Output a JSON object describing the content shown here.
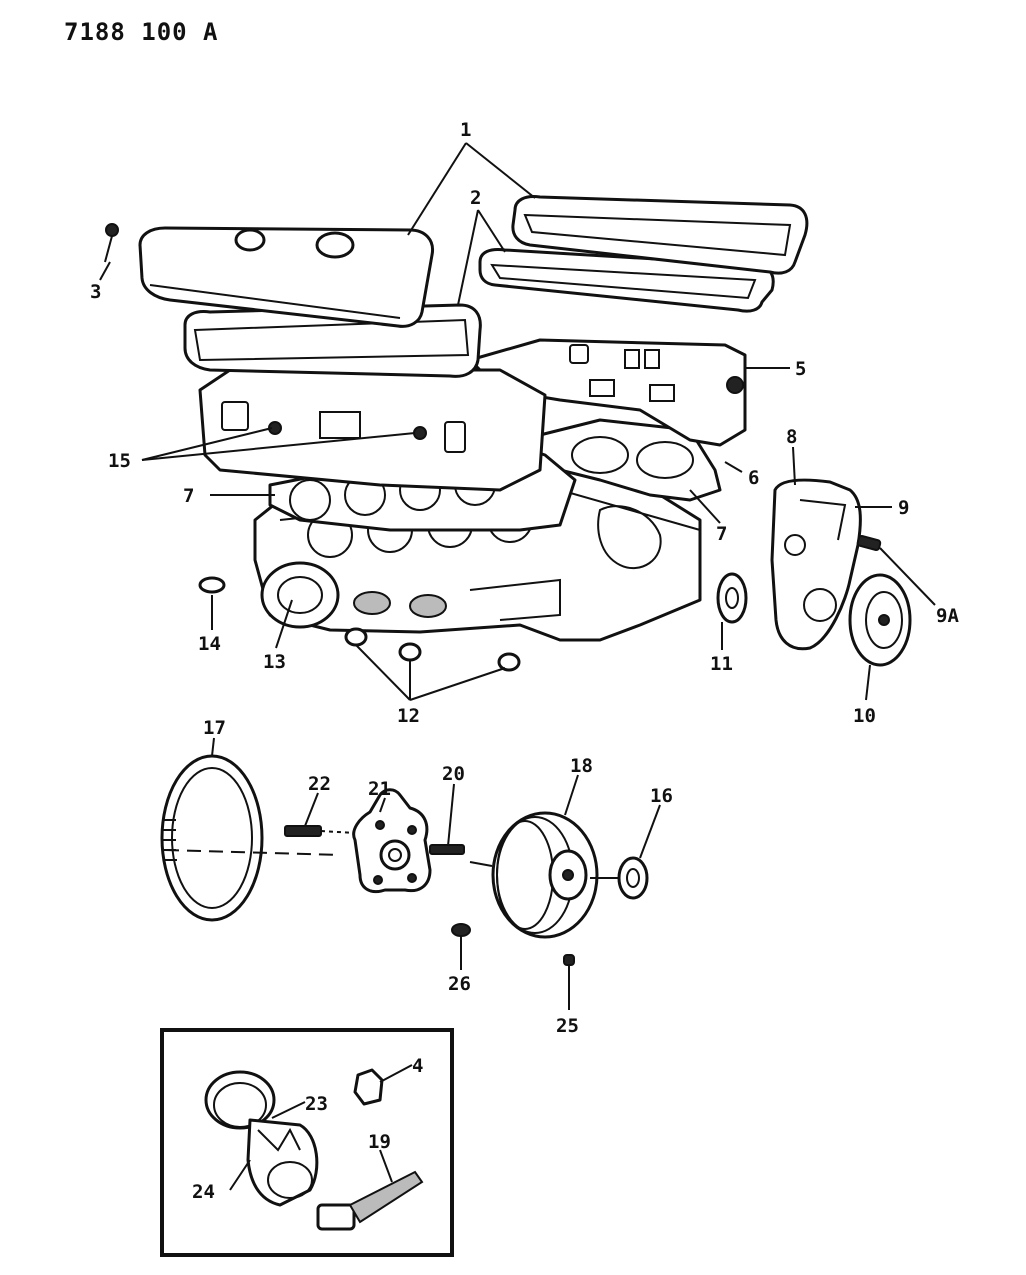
{
  "header": {
    "code": "7188 100 A"
  },
  "callouts": [
    {
      "id": "c1",
      "label": "1"
    },
    {
      "id": "c2",
      "label": "2"
    },
    {
      "id": "c3",
      "label": "3"
    },
    {
      "id": "c4",
      "label": "4"
    },
    {
      "id": "c5",
      "label": "5"
    },
    {
      "id": "c6",
      "label": "6"
    },
    {
      "id": "c7a",
      "label": "7"
    },
    {
      "id": "c7b",
      "label": "7"
    },
    {
      "id": "c8",
      "label": "8"
    },
    {
      "id": "c9",
      "label": "9"
    },
    {
      "id": "c9a",
      "label": "9A"
    },
    {
      "id": "c10",
      "label": "10"
    },
    {
      "id": "c11",
      "label": "11"
    },
    {
      "id": "c12",
      "label": "12"
    },
    {
      "id": "c13",
      "label": "13"
    },
    {
      "id": "c14",
      "label": "14"
    },
    {
      "id": "c15",
      "label": "15"
    },
    {
      "id": "c16",
      "label": "16"
    },
    {
      "id": "c17",
      "label": "17"
    },
    {
      "id": "c18",
      "label": "18"
    },
    {
      "id": "c19",
      "label": "19"
    },
    {
      "id": "c20",
      "label": "20"
    },
    {
      "id": "c21",
      "label": "21"
    },
    {
      "id": "c22",
      "label": "22"
    },
    {
      "id": "c23",
      "label": "23"
    },
    {
      "id": "c24",
      "label": "24"
    },
    {
      "id": "c25",
      "label": "25"
    },
    {
      "id": "c26",
      "label": "26"
    }
  ]
}
